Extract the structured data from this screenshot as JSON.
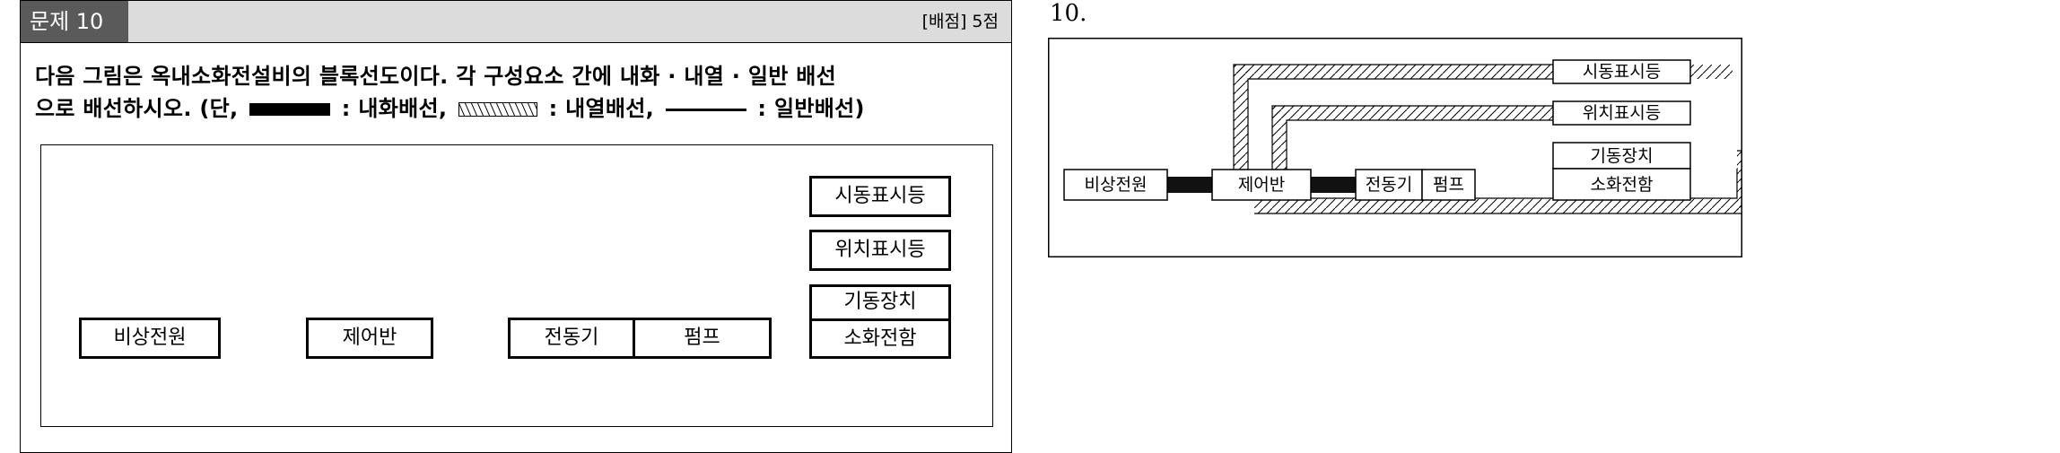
{
  "question": {
    "label": "문제 10",
    "score": "[배점] 5점",
    "text_line1": "다음 그림은 옥내소화전설비의 블록선도이다. 각 구성요소 간에 내화 · 내열 · 일반 배선",
    "text_line2_a": "으로 배선하시오. (단,",
    "text_line2_b": ": 내화배선,",
    "text_line2_c": ": 내열배선,",
    "text_line2_d": ": 일반배선)"
  },
  "blocks": {
    "emergency_power": "비상전원",
    "control_panel": "제어반",
    "motor": "전동기",
    "pump": "펌프",
    "start_indicator": "시동표시등",
    "position_indicator": "위치표시등",
    "start_device": "기동장치",
    "hydrant": "소화전함"
  },
  "answer": {
    "number": "10.",
    "emergency_power": "비상전원",
    "control_panel": "제어반",
    "motor": "전동기",
    "pump": "펌프",
    "start_indicator": "시동표시등",
    "position_indicator": "위치표시등",
    "start_device": "기동장치",
    "hydrant": "소화전함"
  }
}
